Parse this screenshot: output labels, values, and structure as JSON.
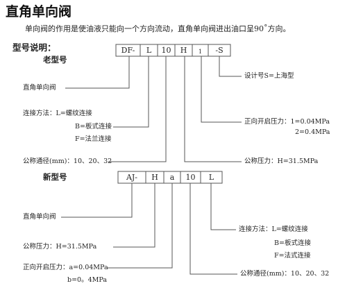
{
  "title": "直角单向阀",
  "intro": "单向阀的作用是使油液只能向一个方向流动，直角单向阀进出油口呈90˚方向。",
  "model_heading": "型号说明：",
  "old_model": {
    "heading": "老型号",
    "code_parts": [
      "DF-",
      "L",
      "10",
      "H",
      "1",
      "-S"
    ],
    "labels": {
      "design": "设计号S=上海型",
      "name": "直角单向阀",
      "connection_line1": "连接方法：L=螺纹连接",
      "connection_line2": "B=板式连接",
      "connection_line3": "F=法兰连接",
      "cracking_line1": "正向开启压力：1=0.04MPa",
      "cracking_line2": "2=0.4MPa",
      "diameter": "公称通径(mm)：10、20、32",
      "pressure": "公称压力：H=31.5MPa"
    }
  },
  "new_model": {
    "heading": "新型号",
    "code_parts": [
      "AJ-",
      "H",
      "a",
      "10",
      "L"
    ],
    "labels": {
      "name": "直角单向阀",
      "connection_line1": "连接方法：L=螺纹连接",
      "connection_line2": "B=板式连接",
      "connection_line3": "F=法式连接",
      "pressure": "公称压力：H=31.5MPa",
      "cracking_line1": "正向开启压力：a=0.04MPa",
      "cracking_line2": "b=0。4MPa",
      "diameter": "公称通径(mm)：10、20、32"
    }
  }
}
